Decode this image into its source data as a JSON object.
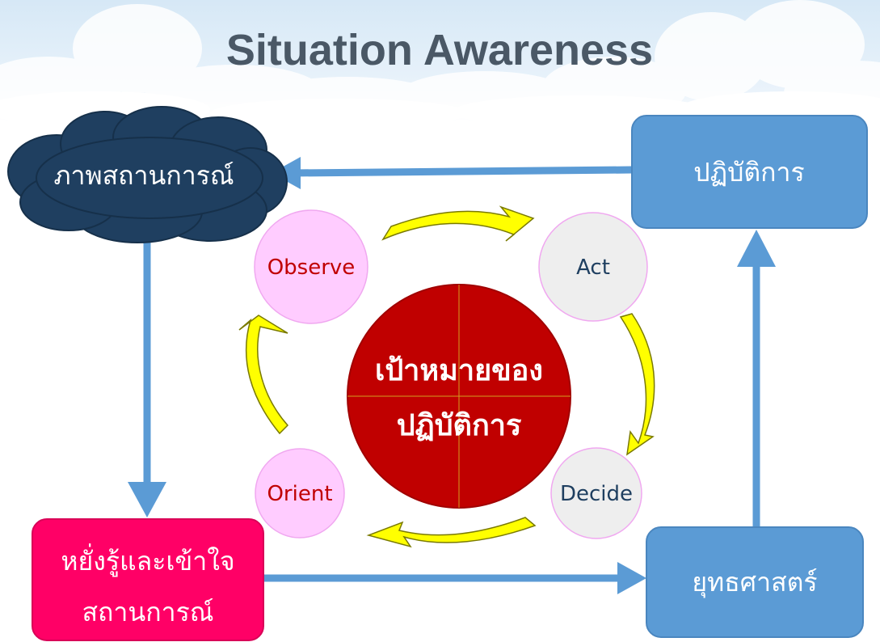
{
  "title": "Situation Awareness",
  "nodes": {
    "situation_picture": "ภาพสถานการณ์",
    "operations": "ปฏิบัติการ",
    "sense_and_understand_line1": "หยั่งรู้และเข้าใจ",
    "sense_and_understand_line2": "สถานการณ์",
    "strategy": "ยุทธศาสตร์"
  },
  "center": {
    "line1": "เป้าหมายของ",
    "line2": "ปฏิบัติการ"
  },
  "ooda": {
    "observe": "Observe",
    "act": "Act",
    "decide": "Decide",
    "orient": "Orient"
  },
  "colors": {
    "cloud_node": "#1f3f60",
    "blue_box": "#5b9bd5",
    "pink_box": "#ff0066",
    "arrow": "#5b9bd5",
    "center_circle": "#c00000",
    "ooda_pink": "#ffccff",
    "ooda_grey": "#eeeeee",
    "curved_arrow": "#ffff00"
  }
}
